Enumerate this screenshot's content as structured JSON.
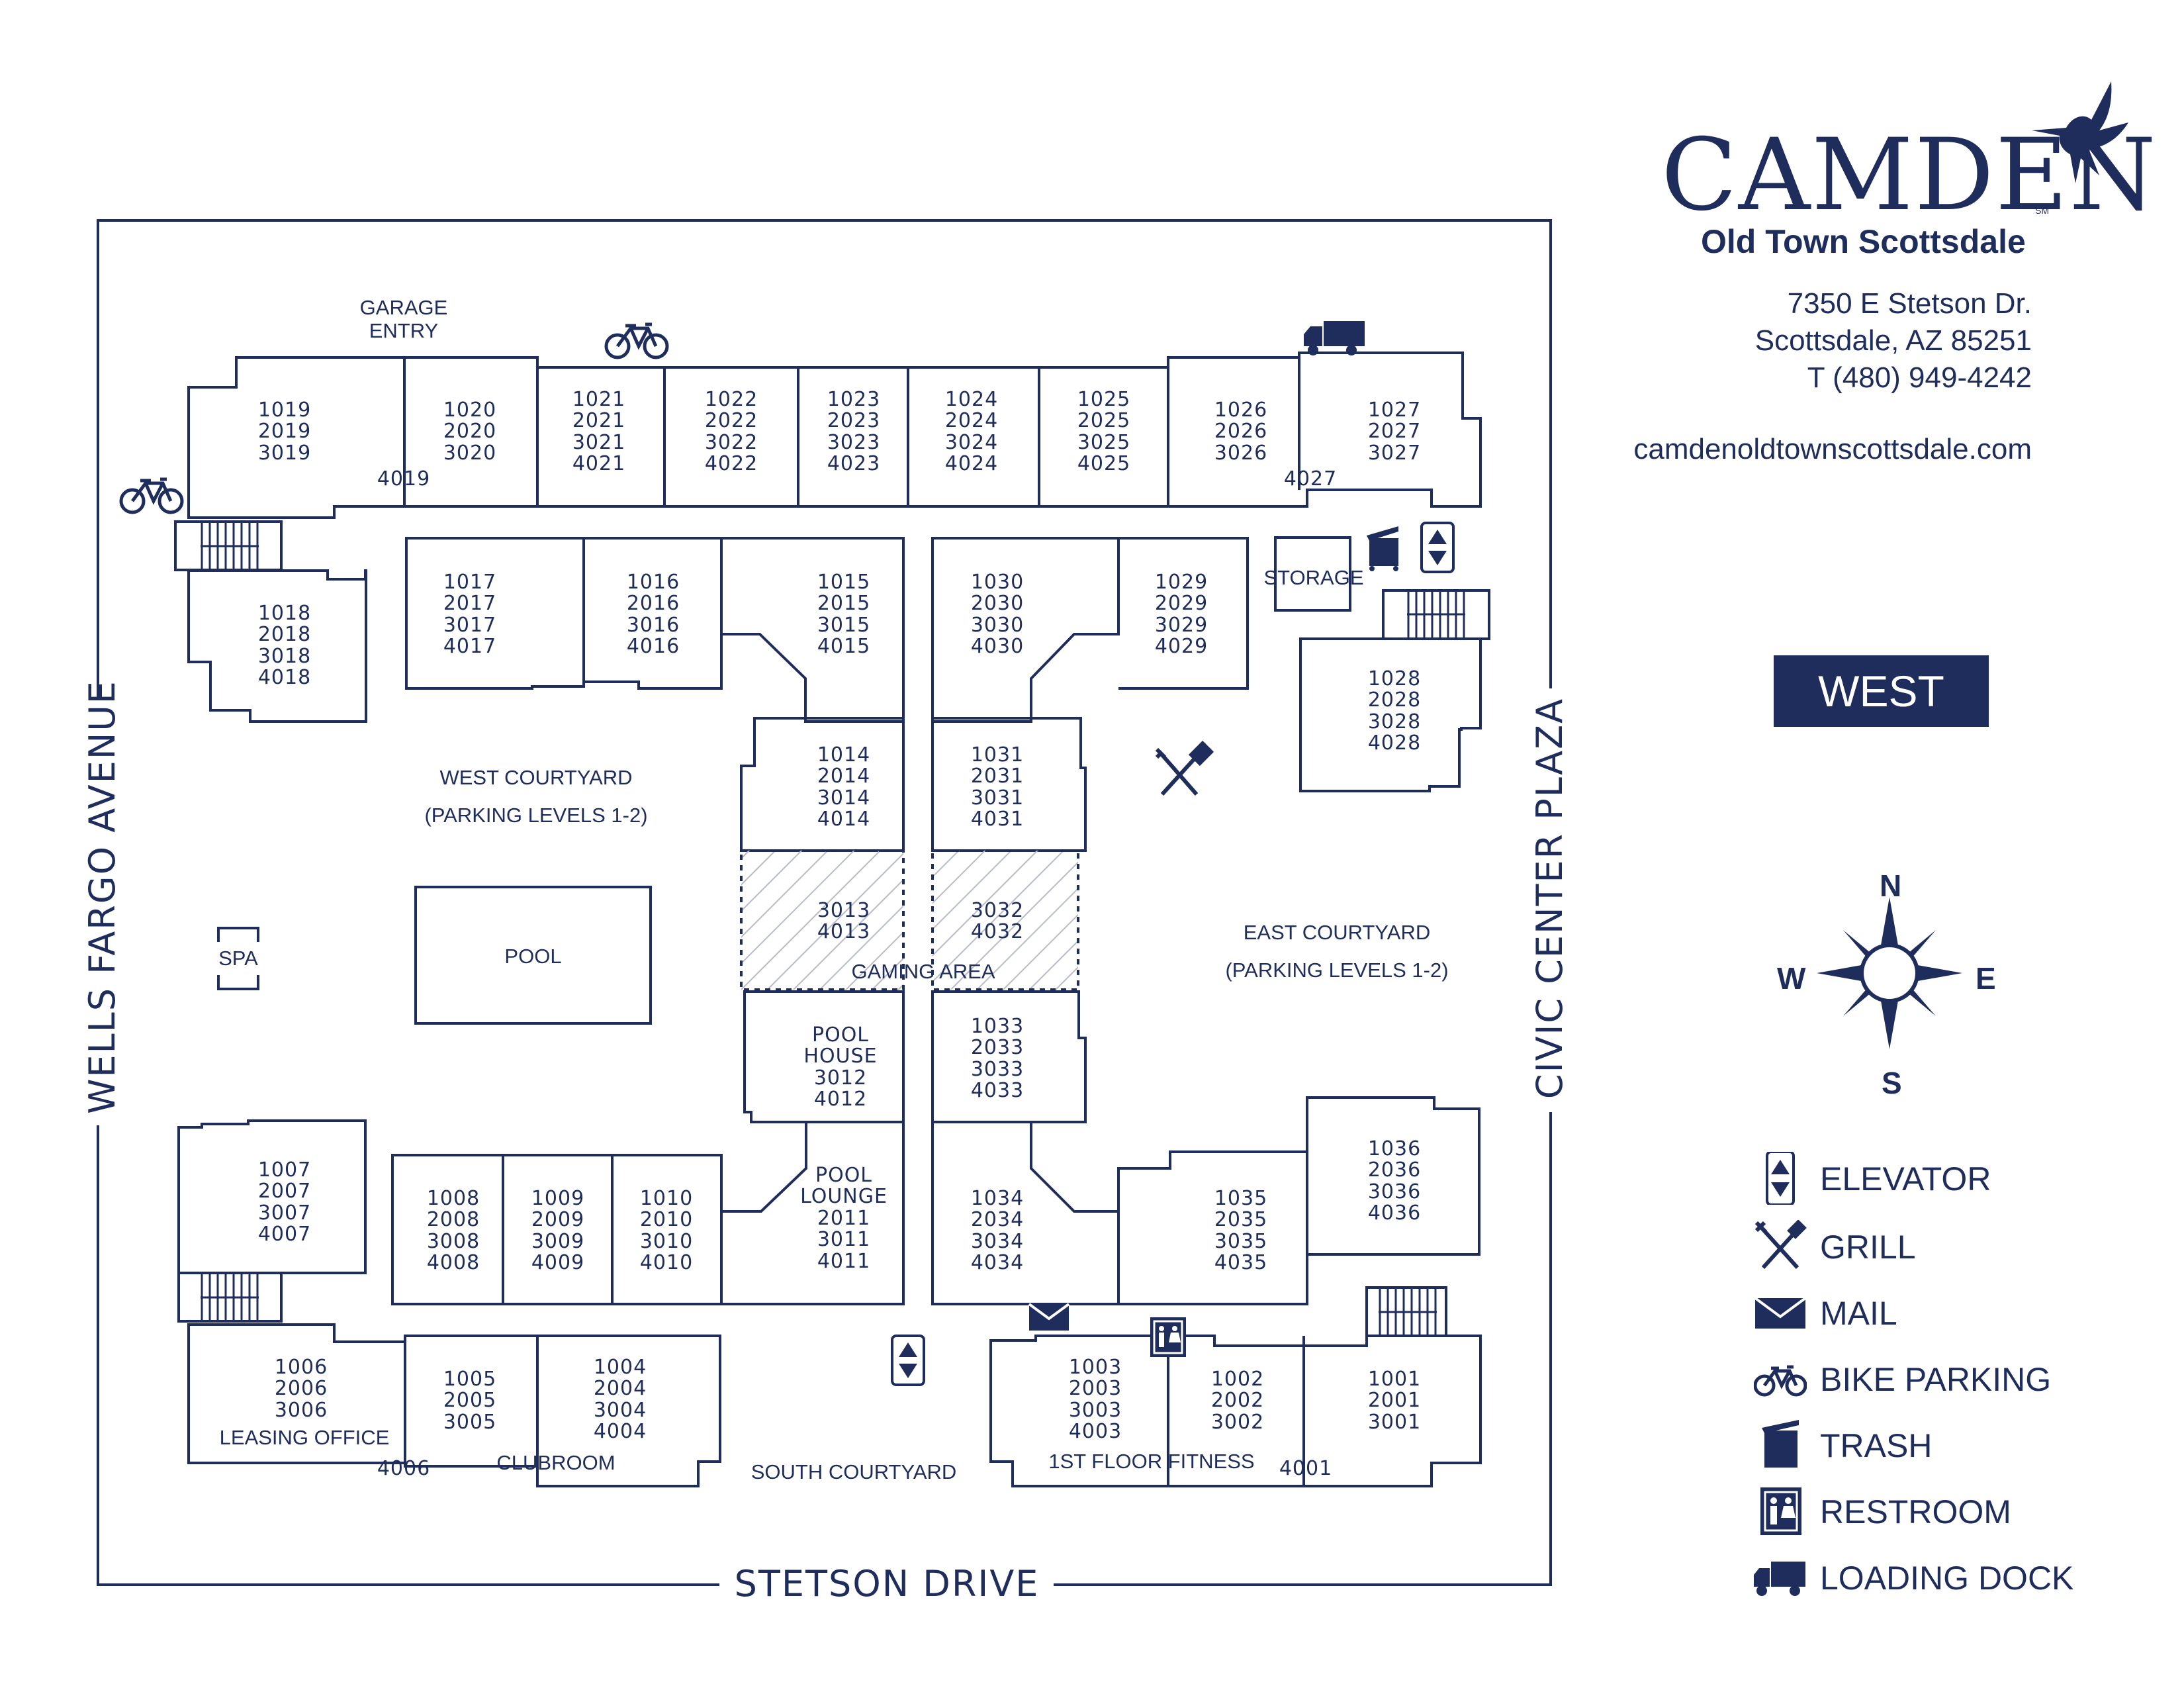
{
  "brand": {
    "name": "Camden",
    "wordmark": "CAMDEN",
    "service_mark": "SM",
    "community": "Old Town Scottsdale",
    "address_line1": "7350 E Stetson Dr.",
    "address_line2": "Scottsdale, AZ 85251",
    "phone": "T (480) 949-4242",
    "website": "camdenoldtownscottsdale.com"
  },
  "building": "WEST",
  "streets": {
    "west": "WELLS FARGO AVENUE",
    "east": "CIVIC CENTER PLAZA",
    "south": "STETSON DRIVE"
  },
  "compass": {
    "n": "N",
    "s": "S",
    "e": "E",
    "w": "W"
  },
  "areas": {
    "garage_entry": "GARAGE\nENTRY",
    "west_courtyard": "WEST COURTYARD",
    "west_courtyard_sub": "(PARKING LEVELS 1-2)",
    "east_courtyard": "EAST COURTYARD",
    "east_courtyard_sub": "(PARKING LEVELS 1-2)",
    "pool": "POOL",
    "spa": "SPA",
    "gaming_area": "GAMING AREA",
    "storage": "STORAGE",
    "south_courtyard": "SOUTH COURTYARD",
    "clubroom": "CLUBROOM",
    "fitness": "1ST FLOOR FITNESS",
    "leasing_office": "LEASING OFFICE"
  },
  "units": {
    "u1019": "1019\n2019\n3019",
    "u4019": "4019",
    "u1020": "1020\n2020\n3020",
    "u1021": "1021\n2021\n3021\n4021",
    "u1022": "1022\n2022\n3022\n4022",
    "u1023": "1023\n2023\n3023\n4023",
    "u1024": "1024\n2024\n3024\n4024",
    "u1025": "1025\n2025\n3025\n4025",
    "u1026": "1026\n2026\n3026",
    "u4027": "4027",
    "u1027": "1027\n2027\n3027",
    "u1018": "1018\n2018\n3018\n4018",
    "u1017": "1017\n2017\n3017\n4017",
    "u1016": "1016\n2016\n3016\n4016",
    "u1015": "1015\n2015\n3015\n4015",
    "u1030": "1030\n2030\n3030\n4030",
    "u1029": "1029\n2029\n3029\n4029",
    "u1028": "1028\n2028\n3028\n4028",
    "u1014": "1014\n2014\n3014\n4014",
    "u1031": "1031\n2031\n3031\n4031",
    "u3013": "3013\n4013",
    "u3032": "3032\n4032",
    "u_poolhouse": "POOL\nHOUSE\n3012\n4012",
    "u1033": "1033\n2033\n3033\n4033",
    "u1007": "1007\n2007\n3007\n4007",
    "u1008": "1008\n2008\n3008\n4008",
    "u1009": "1009\n2009\n3009\n4009",
    "u1010": "1010\n2010\n3010\n4010",
    "u_poollounge": "POOL\nLOUNGE\n2011\n3011\n4011",
    "u1034": "1034\n2034\n3034\n4034",
    "u1035": "1035\n2035\n3035\n4035",
    "u1036": "1036\n2036\n3036\n4036",
    "u1006": "1006\n2006\n3006",
    "u4006": "4006",
    "u1005": "1005\n2005\n3005",
    "u1004": "1004\n2004\n3004\n4004",
    "u1003": "1003\n2003\n3003\n4003",
    "u1002": "1002\n2002\n3002",
    "u4001": "4001",
    "u1001": "1001\n2001\n3001"
  },
  "legend": [
    {
      "icon": "elevator-icon",
      "label": "ELEVATOR"
    },
    {
      "icon": "grill-icon",
      "label": "GRILL"
    },
    {
      "icon": "mail-icon",
      "label": "MAIL"
    },
    {
      "icon": "bike-icon",
      "label": "BIKE PARKING"
    },
    {
      "icon": "trash-icon",
      "label": "TRASH"
    },
    {
      "icon": "restroom-icon",
      "label": "RESTROOM"
    },
    {
      "icon": "truck-icon",
      "label": "LOADING DOCK"
    }
  ],
  "colors": {
    "navy": "#1f2d5c",
    "white": "#ffffff",
    "hatch": "#b8bcc8"
  }
}
